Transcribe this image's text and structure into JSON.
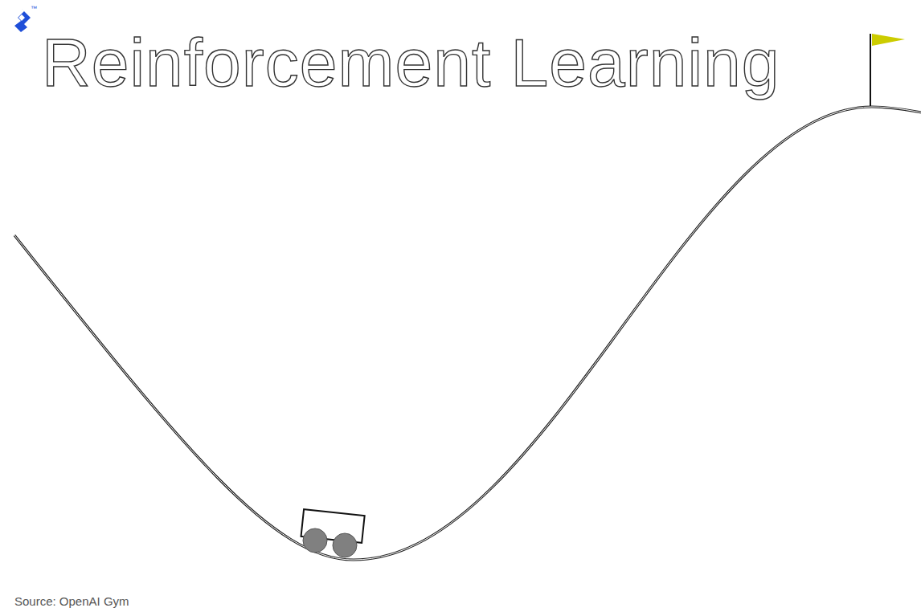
{
  "diagram": {
    "title": "Reinforcement Learning",
    "caption": "Source: OpenAI Gym",
    "labels": [
      "™"
    ]
  }
}
